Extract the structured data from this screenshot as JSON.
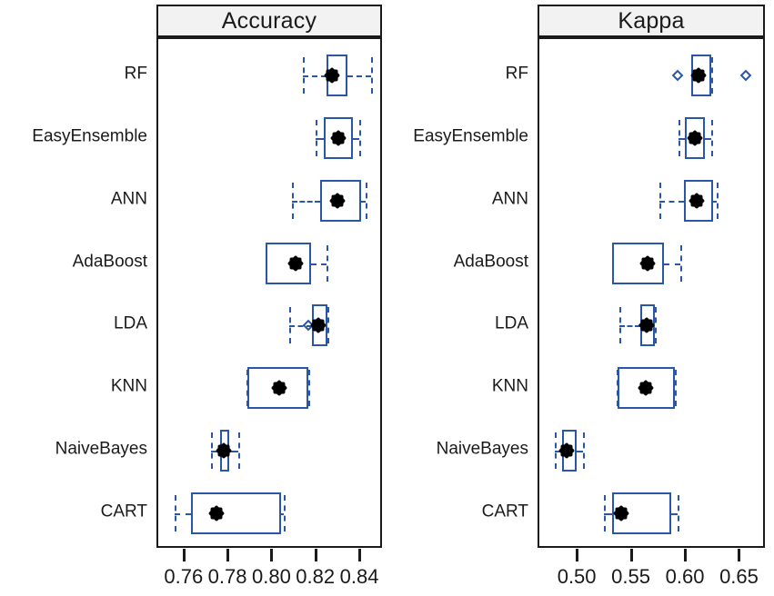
{
  "chart_data": {
    "type": "boxplot",
    "title": "",
    "layout": "two side-by-side lattice panels, horizontal box-and-whisker, dotted whiskers, filled mean point",
    "grid": false,
    "legend": null,
    "categories": [
      "RF",
      "EasyEnsemble",
      "ANN",
      "AdaBoost",
      "LDA",
      "KNN",
      "NaiveBayes",
      "CART"
    ],
    "panels": [
      {
        "name": "accuracy",
        "strip_label": "Accuracy",
        "xlabel": "",
        "ylabel": "",
        "xlim": [
          0.7485,
          0.8495
        ],
        "ticks": [
          0.76,
          0.78,
          0.8,
          0.82,
          0.84
        ],
        "tick_labels": [
          "0.76",
          "0.78",
          "0.80",
          "0.82",
          "0.84"
        ],
        "boxes": [
          {
            "category": "RF",
            "lower_whisker": 0.8145,
            "q1": 0.825,
            "median": 0.825,
            "q3": 0.8347,
            "upper_whisker": 0.8454,
            "mean": 0.8277,
            "outliers": []
          },
          {
            "category": "EasyEnsemble",
            "lower_whisker": 0.82,
            "q1": 0.824,
            "median": 0.824,
            "q3": 0.8372,
            "upper_whisker": 0.84,
            "mean": 0.8305,
            "outliers": []
          },
          {
            "category": "ANN",
            "lower_whisker": 0.8095,
            "q1": 0.8222,
            "median": 0.8222,
            "q3": 0.8408,
            "upper_whisker": 0.843,
            "mean": 0.83,
            "outliers": []
          },
          {
            "category": "AdaBoost",
            "lower_whisker": 0.7975,
            "q1": 0.7975,
            "median": 0.7975,
            "q3": 0.818,
            "upper_whisker": 0.825,
            "mean": 0.811,
            "outliers": []
          },
          {
            "category": "LDA",
            "lower_whisker": 0.808,
            "q1": 0.8185,
            "median": 0.8185,
            "q3": 0.8255,
            "upper_whisker": 0.8255,
            "mean": 0.8215,
            "outliers": [
              0.8166
            ]
          },
          {
            "category": "KNN",
            "lower_whisker": 0.7885,
            "q1": 0.789,
            "median": 0.789,
            "q3": 0.817,
            "upper_whisker": 0.817,
            "mean": 0.8035,
            "outliers": []
          },
          {
            "category": "NaiveBayes",
            "lower_whisker": 0.7725,
            "q1": 0.7765,
            "median": 0.7765,
            "q3": 0.7808,
            "upper_whisker": 0.7848,
            "mean": 0.7782,
            "outliers": []
          },
          {
            "category": "CART",
            "lower_whisker": 0.7558,
            "q1": 0.7632,
            "median": 0.7632,
            "q3": 0.8042,
            "upper_whisker": 0.8058,
            "mean": 0.7748,
            "outliers": []
          }
        ]
      },
      {
        "name": "kappa",
        "strip_label": "Kappa",
        "xlabel": "",
        "ylabel": "",
        "xlim": [
          0.4654,
          0.6723
        ],
        "ticks": [
          0.5,
          0.55,
          0.6,
          0.65
        ],
        "tick_labels": [
          "0.50",
          "0.55",
          "0.60",
          "0.65"
        ],
        "boxes": [
          {
            "category": "RF",
            "lower_whisker": 0.606,
            "q1": 0.606,
            "median": 0.606,
            "q3": 0.624,
            "upper_whisker": 0.624,
            "mean": 0.613,
            "outliers": [
              0.593,
              0.6563
            ]
          },
          {
            "category": "EasyEnsemble",
            "lower_whisker": 0.594,
            "q1": 0.6,
            "median": 0.6,
            "q3": 0.6185,
            "upper_whisker": 0.624,
            "mean": 0.6095,
            "outliers": []
          },
          {
            "category": "ANN",
            "lower_whisker": 0.576,
            "q1": 0.599,
            "median": 0.599,
            "q3": 0.6262,
            "upper_whisker": 0.629,
            "mean": 0.6105,
            "outliers": []
          },
          {
            "category": "AdaBoost",
            "lower_whisker": 0.533,
            "q1": 0.533,
            "median": 0.533,
            "q3": 0.5805,
            "upper_whisker": 0.596,
            "mean": 0.5655,
            "outliers": []
          },
          {
            "category": "LDA",
            "lower_whisker": 0.539,
            "q1": 0.559,
            "median": 0.559,
            "q3": 0.572,
            "upper_whisker": 0.572,
            "mean": 0.565,
            "outliers": [
              0.562
            ]
          },
          {
            "category": "KNN",
            "lower_whisker": 0.537,
            "q1": 0.5375,
            "median": 0.5375,
            "q3": 0.591,
            "upper_whisker": 0.591,
            "mean": 0.564,
            "outliers": []
          },
          {
            "category": "NaiveBayes",
            "lower_whisker": 0.48,
            "q1": 0.4865,
            "median": 0.4865,
            "q3": 0.4998,
            "upper_whisker": 0.506,
            "mean": 0.491,
            "outliers": []
          },
          {
            "category": "CART",
            "lower_whisker": 0.525,
            "q1": 0.533,
            "median": 0.533,
            "q3": 0.5875,
            "upper_whisker": 0.593,
            "mean": 0.5415,
            "outliers": []
          }
        ]
      }
    ],
    "colors": {
      "box_stroke": "#2a56a8",
      "mean_point": "#000000",
      "panel_border": "#1a1a1a",
      "strip_background": "#f2f2f2",
      "background": "#ffffff"
    }
  }
}
